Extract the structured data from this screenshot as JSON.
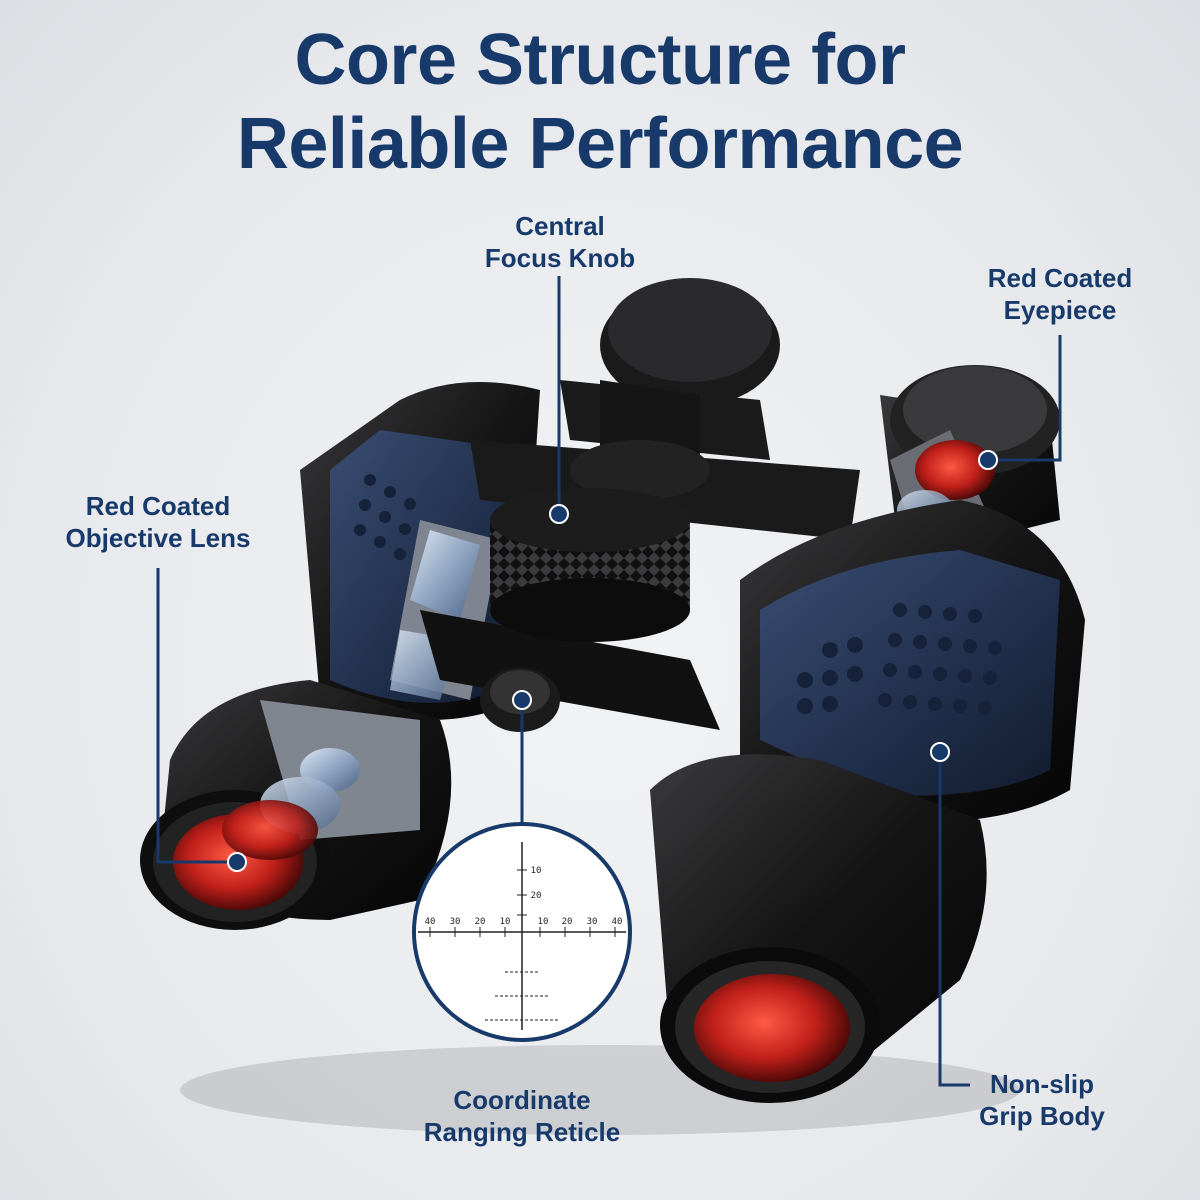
{
  "title": {
    "line1": "Core Structure for",
    "line2": "Reliable Performance"
  },
  "callouts": {
    "focus_knob": {
      "line1": "Central",
      "line2": "Focus Knob"
    },
    "eyepiece": {
      "line1": "Red Coated",
      "line2": "Eyepiece"
    },
    "objective_lens": {
      "line1": "Red Coated",
      "line2": "Objective Lens"
    },
    "reticle": {
      "line1": "Coordinate",
      "line2": "Ranging Reticle"
    },
    "grip_body": {
      "line1": "Non-slip",
      "line2": "Grip Body"
    }
  },
  "reticle_scale": {
    "horizontal_left": [
      "40",
      "30",
      "20",
      "10"
    ],
    "horizontal_right": [
      "10",
      "20",
      "30",
      "40"
    ],
    "vertical_top": [
      "10",
      "20"
    ]
  },
  "colors": {
    "title_navy": "#173a6b",
    "leader_line": "#173a6b",
    "body_navy": "#1f2e4a",
    "lens_red": "#c0201a"
  }
}
